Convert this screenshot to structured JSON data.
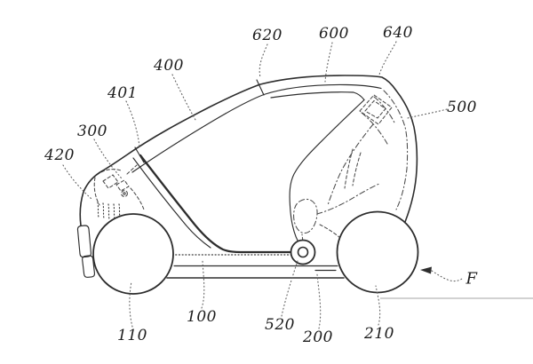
{
  "figure": {
    "type": "patent-style line drawing",
    "subject": "side view of a compact two-seat vehicle body frame with reference numerals",
    "background_color": "#ffffff",
    "line_color": "#2d2d2d",
    "hidden_line_color": "#4a4a4a",
    "leader_line_color": "#606060",
    "ground_line_color": "#b8b8b8"
  },
  "labels": {
    "n620": "620",
    "n600": "600",
    "n640": "640",
    "n400": "400",
    "n401": "401",
    "n300": "300",
    "n420": "420",
    "n500": "500",
    "n110": "110",
    "n100": "100",
    "n520": "520",
    "n200": "200",
    "n210": "210",
    "front_direction": "F"
  }
}
